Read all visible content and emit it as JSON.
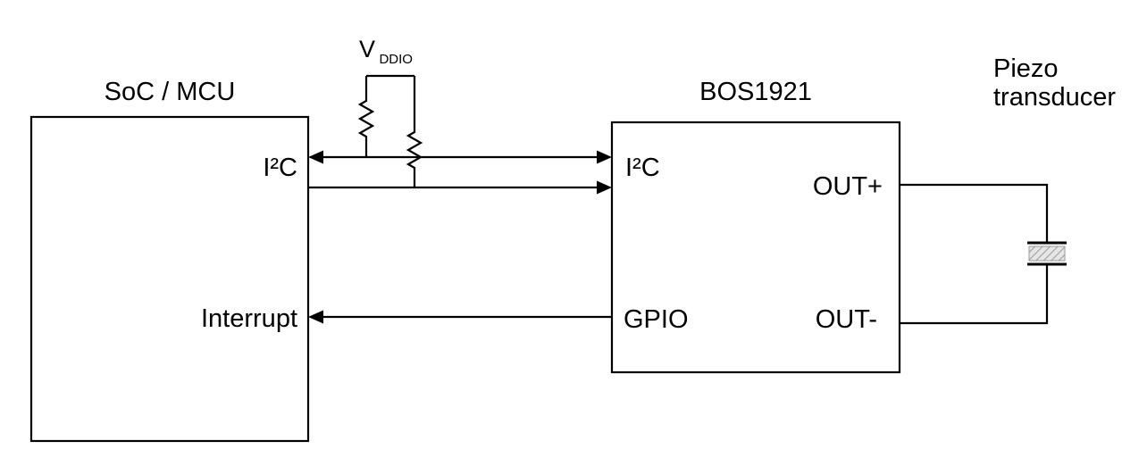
{
  "diagram": {
    "soc": {
      "title": "SoC / MCU",
      "pin_i2c": "I²C",
      "pin_interrupt": "Interrupt"
    },
    "bos1921": {
      "title": "BOS1921",
      "pin_i2c": "I²C",
      "pin_gpio": "GPIO",
      "pin_out_plus": "OUT+",
      "pin_out_minus": "OUT-"
    },
    "vddio": {
      "symbol": "V",
      "subscript": "DDIO"
    },
    "piezo": {
      "label_line1": "Piezo",
      "label_line2": "transducer"
    },
    "colors": {
      "wire": "#000000",
      "piezo_fill": "#e6e6e6",
      "piezo_hatch": "#9a9a9a"
    }
  }
}
